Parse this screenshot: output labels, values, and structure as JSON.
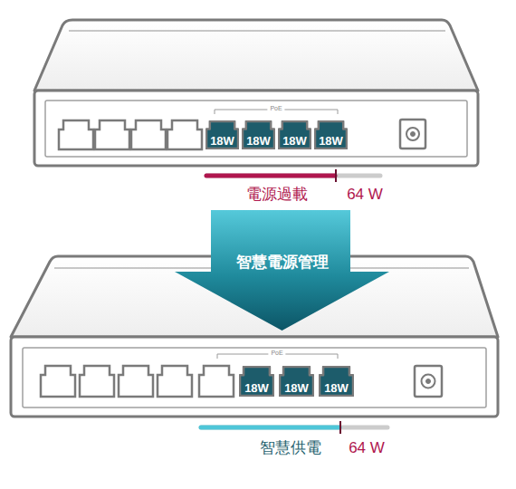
{
  "diagram": {
    "nodes": [
      {
        "text": [
          "18W"
        ]
      },
      {
        "text": [
          "18W"
        ]
      },
      {
        "text": [
          "18W"
        ]
      },
      {
        "text": [
          "18W"
        ]
      },
      {
        "text": [
          "智慧電源管理"
        ]
      },
      {
        "text": [
          "18W"
        ]
      },
      {
        "text": [
          "18W"
        ]
      },
      {
        "text": [
          "18W"
        ]
      }
    ],
    "labels": [
      "PoE",
      "電源過載",
      "64 W",
      "PoE",
      "智慧供電",
      "64 W"
    ]
  }
}
